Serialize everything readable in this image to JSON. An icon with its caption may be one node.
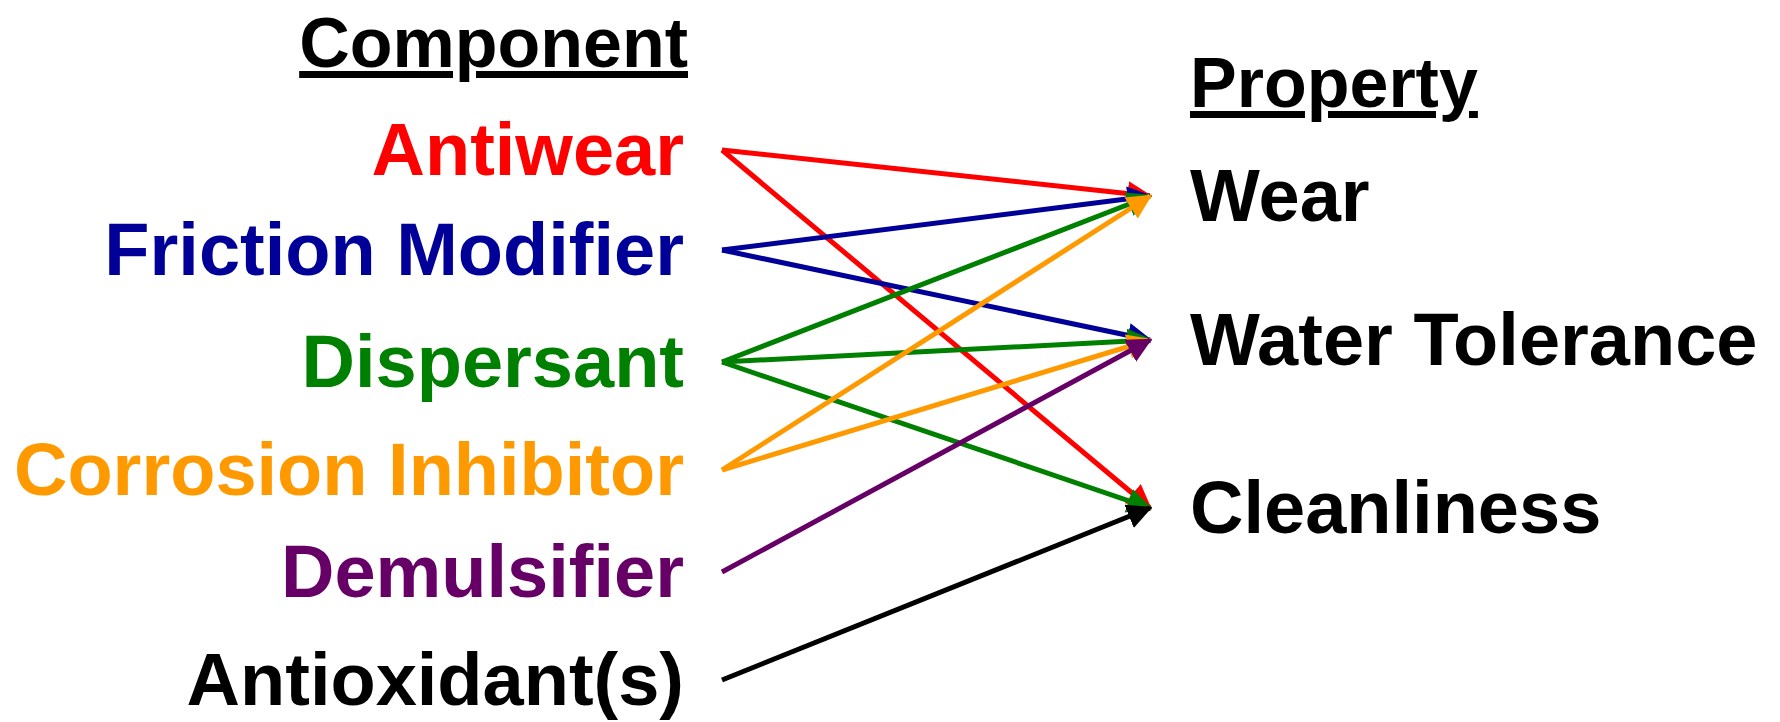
{
  "diagram": {
    "nodes": [
      {
        "text": [
          "Antiwear"
        ]
      },
      {
        "text": [
          "Friction Modifier"
        ]
      },
      {
        "text": [
          "Dispersant"
        ]
      },
      {
        "text": [
          "Corrosion Inhibitor"
        ]
      },
      {
        "text": [
          "Demulsifier"
        ]
      },
      {
        "text": [
          "Antioxidant(s)"
        ]
      },
      {
        "text": [
          "Wear"
        ]
      },
      {
        "text": [
          "Water Tolerance"
        ]
      },
      {
        "text": [
          "Cleanliness"
        ]
      }
    ],
    "edges": [
      {
        "from": 0,
        "to": 6,
        "arrow": "to",
        "color": "#ff0000"
      },
      {
        "from": 0,
        "to": 8,
        "arrow": "to",
        "color": "#ff0000"
      },
      {
        "from": 1,
        "to": 6,
        "arrow": "to",
        "color": "#000099"
      },
      {
        "from": 1,
        "to": 7,
        "arrow": "to",
        "color": "#000099"
      },
      {
        "from": 2,
        "to": 6,
        "arrow": "to",
        "color": "#008000"
      },
      {
        "from": 2,
        "to": 7,
        "arrow": "to",
        "color": "#008000"
      },
      {
        "from": 2,
        "to": 8,
        "arrow": "to",
        "color": "#008000"
      },
      {
        "from": 3,
        "to": 6,
        "arrow": "to",
        "color": "#ff9900"
      },
      {
        "from": 3,
        "to": 7,
        "arrow": "to",
        "color": "#ff9900"
      },
      {
        "from": 4,
        "to": 7,
        "arrow": "to",
        "color": "#660066"
      },
      {
        "from": 5,
        "to": 8,
        "arrow": "to",
        "color": "#000000"
      }
    ],
    "labels": [
      "Component",
      "Property"
    ]
  }
}
